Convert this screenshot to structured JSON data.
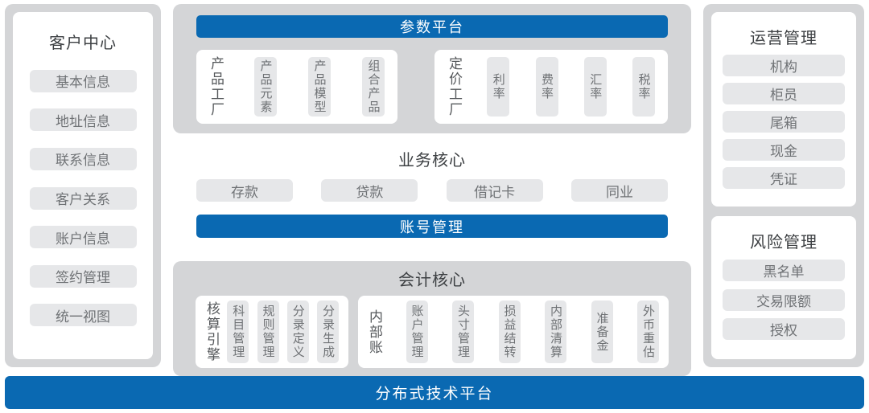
{
  "palette": {
    "accent_blue": "#0a69b2",
    "panel_gray": "#d4d5d7",
    "pill_gray": "#e6e7e9",
    "card_white": "#ffffff",
    "title_text": "#3d4043",
    "pill_text": "#6f7275"
  },
  "left_panel": {
    "title": "客户中心",
    "items": [
      "基本信息",
      "地址信息",
      "联系信息",
      "客户关系",
      "账户信息",
      "签约管理",
      "统一视图"
    ]
  },
  "middle": {
    "param_platform": {
      "header": "参数平台",
      "groups": [
        {
          "label": "产品工厂",
          "items": [
            "产品元素",
            "产品模型",
            "组合产品"
          ]
        },
        {
          "label": "定价工厂",
          "items": [
            "利率",
            "费率",
            "汇率",
            "税率"
          ]
        }
      ]
    },
    "business_core": {
      "title": "业务核心",
      "items": [
        "存款",
        "贷款",
        "借记卡",
        "同业"
      ],
      "account_bar": "账号管理"
    },
    "accounting_core": {
      "title": "会计核心",
      "groups": [
        {
          "label": "核算引擎",
          "items": [
            "科目管理",
            "规则管理",
            "分录定义",
            "分录生成"
          ]
        },
        {
          "label": "内部账",
          "items": [
            "账户管理",
            "头寸管理",
            "损益结转",
            "内部清算",
            "准备金",
            "外币重估"
          ]
        }
      ]
    }
  },
  "right_panel": {
    "sections": [
      {
        "title": "运营管理",
        "items": [
          "机构",
          "柜员",
          "尾箱",
          "现金",
          "凭证"
        ]
      },
      {
        "title": "风险管理",
        "items": [
          "黑名单",
          "交易限额",
          "授权"
        ]
      }
    ]
  },
  "bottom_bar": {
    "label": "分布式技术平台"
  }
}
